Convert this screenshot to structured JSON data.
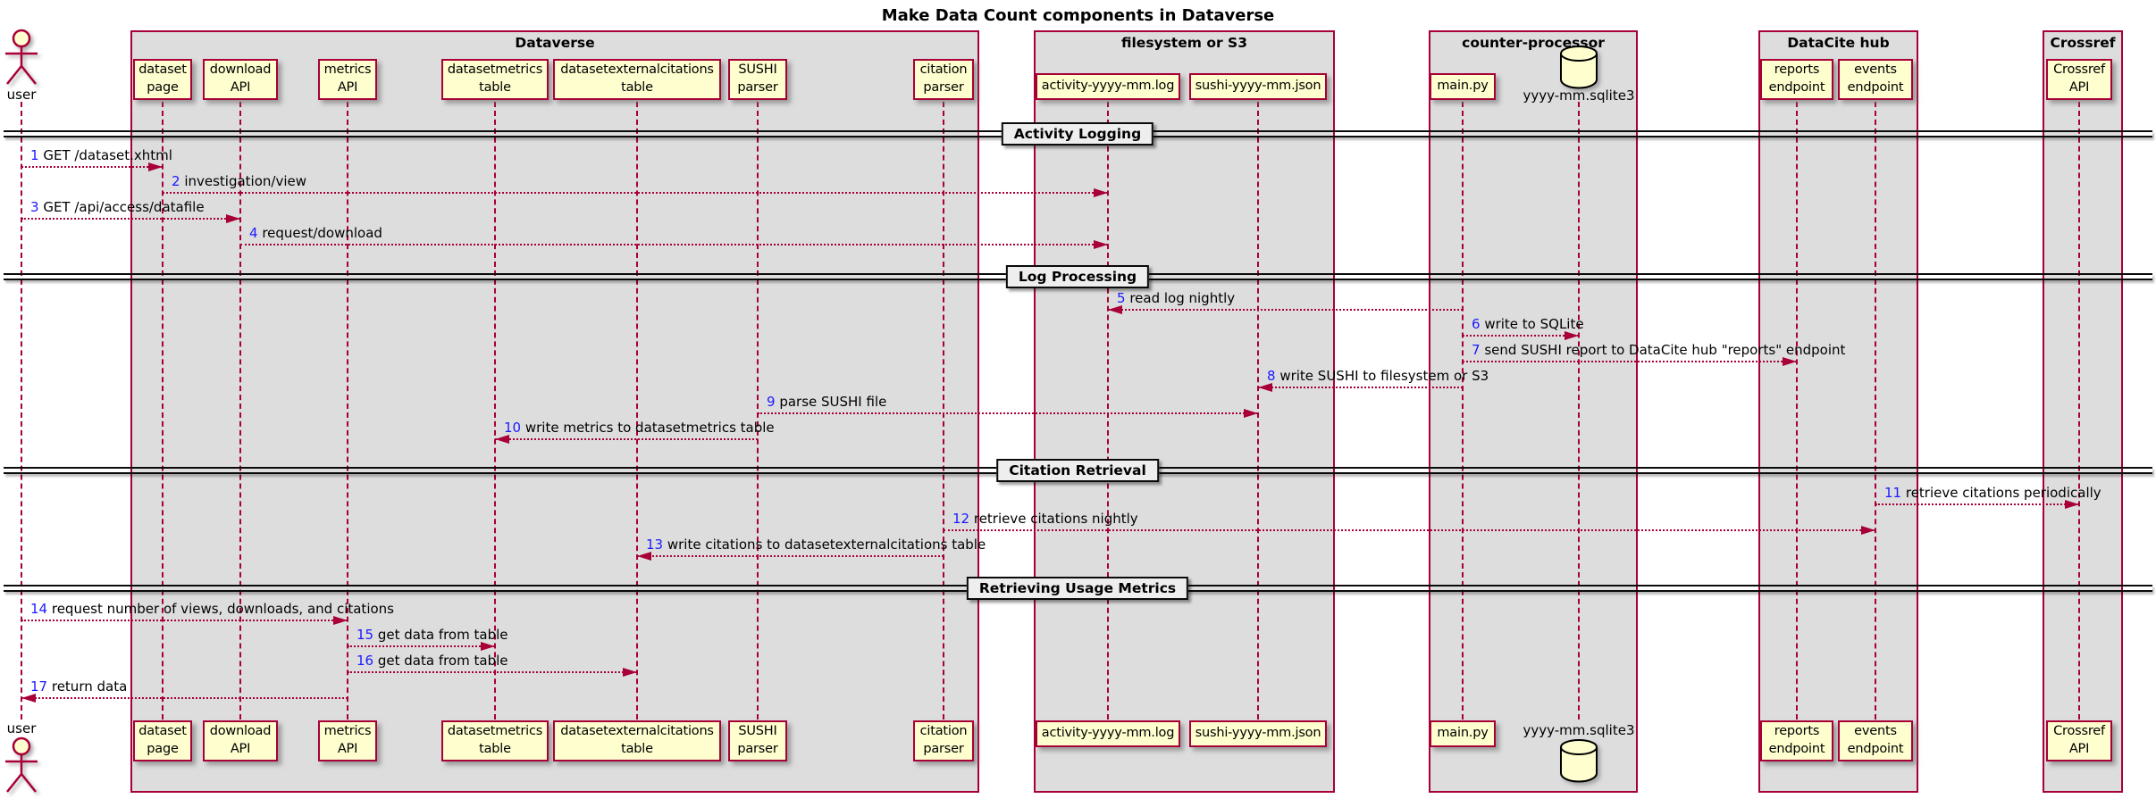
{
  "title": "Make Data Count components in Dataverse",
  "colors": {
    "accent_maroon": "#A80036",
    "participant_fill": "#FEFECE",
    "group_fill": "#DDDDDD",
    "divider_fill": "#EEEEEE",
    "message_number_blue": "#1A1AFF",
    "line_black": "#0A0A0A",
    "background": "#FFFFFF"
  },
  "groups": [
    {
      "id": "dataverse",
      "label": "Dataverse"
    },
    {
      "id": "filesystem",
      "label": "filesystem or S3"
    },
    {
      "id": "counter",
      "label": "counter-processor"
    },
    {
      "id": "datacite",
      "label": "DataCite hub"
    },
    {
      "id": "crossref",
      "label": "Crossref"
    }
  ],
  "participants": [
    {
      "id": "user",
      "type": "actor",
      "label": "user",
      "group": null
    },
    {
      "id": "dataset-page",
      "type": "box",
      "label": "dataset\npage",
      "group": "dataverse"
    },
    {
      "id": "download-api",
      "type": "box",
      "label": "download\nAPI",
      "group": "dataverse"
    },
    {
      "id": "metrics-api",
      "type": "box",
      "label": "metrics\nAPI",
      "group": "dataverse"
    },
    {
      "id": "datasetmetrics-table",
      "type": "box",
      "label": "datasetmetrics\ntable",
      "group": "dataverse"
    },
    {
      "id": "datasetexternalcitations-table",
      "type": "box",
      "label": "datasetexternalcitations\ntable",
      "group": "dataverse"
    },
    {
      "id": "sushi-parser",
      "type": "box",
      "label": "SUSHI\nparser",
      "group": "dataverse"
    },
    {
      "id": "citation-parser",
      "type": "box",
      "label": "citation\nparser",
      "group": "dataverse"
    },
    {
      "id": "activity-log",
      "type": "box",
      "label": "activity-yyyy-mm.log",
      "group": "filesystem"
    },
    {
      "id": "sushi-json",
      "type": "box",
      "label": "sushi-yyyy-mm.json",
      "group": "filesystem"
    },
    {
      "id": "main-py",
      "type": "box",
      "label": "main.py",
      "group": "counter"
    },
    {
      "id": "sqlite",
      "type": "database",
      "label": "yyyy-mm.sqlite3",
      "group": "counter"
    },
    {
      "id": "reports-endpoint",
      "type": "box",
      "label": "reports\nendpoint",
      "group": "datacite"
    },
    {
      "id": "events-endpoint",
      "type": "box",
      "label": "events\nendpoint",
      "group": "datacite"
    },
    {
      "id": "crossref-api",
      "type": "box",
      "label": "Crossref\nAPI",
      "group": "crossref"
    }
  ],
  "sections": [
    {
      "label": "Activity Logging",
      "messages": [
        {
          "num": "1",
          "text": "GET /dataset.xhtml",
          "from": "user",
          "to": "dataset-page"
        },
        {
          "num": "2",
          "text": "investigation/view",
          "from": "dataset-page",
          "to": "activity-log"
        },
        {
          "num": "3",
          "text": "GET /api/access/datafile",
          "from": "user",
          "to": "download-api"
        },
        {
          "num": "4",
          "text": "request/download",
          "from": "download-api",
          "to": "activity-log"
        }
      ]
    },
    {
      "label": "Log Processing",
      "messages": [
        {
          "num": "5",
          "text": "read log nightly",
          "from": "main-py",
          "to": "activity-log"
        },
        {
          "num": "6",
          "text": "write to SQLite",
          "from": "main-py",
          "to": "sqlite"
        },
        {
          "num": "7",
          "text": "send SUSHI report to DataCite hub \"reports\" endpoint",
          "from": "main-py",
          "to": "reports-endpoint"
        },
        {
          "num": "8",
          "text": "write SUSHI to filesystem or S3",
          "from": "main-py",
          "to": "sushi-json"
        },
        {
          "num": "9",
          "text": "parse SUSHI file",
          "from": "sushi-parser",
          "to": "sushi-json"
        },
        {
          "num": "10",
          "text": "write metrics to datasetmetrics table",
          "from": "sushi-parser",
          "to": "datasetmetrics-table"
        }
      ]
    },
    {
      "label": "Citation Retrieval",
      "messages": [
        {
          "num": "11",
          "text": "retrieve citations periodically",
          "from": "events-endpoint",
          "to": "crossref-api"
        },
        {
          "num": "12",
          "text": "retrieve citations nightly",
          "from": "citation-parser",
          "to": "events-endpoint"
        },
        {
          "num": "13",
          "text": "write citations to datasetexternalcitations table",
          "from": "citation-parser",
          "to": "datasetexternalcitations-table"
        }
      ]
    },
    {
      "label": "Retrieving Usage Metrics",
      "messages": [
        {
          "num": "14",
          "text": "request number of views, downloads, and citations",
          "from": "user",
          "to": "metrics-api"
        },
        {
          "num": "15",
          "text": "get data from table",
          "from": "metrics-api",
          "to": "datasetmetrics-table"
        },
        {
          "num": "16",
          "text": "get data from table",
          "from": "metrics-api",
          "to": "datasetexternalcitations-table"
        },
        {
          "num": "17",
          "text": "return data",
          "from": "metrics-api",
          "to": "user"
        }
      ]
    }
  ]
}
